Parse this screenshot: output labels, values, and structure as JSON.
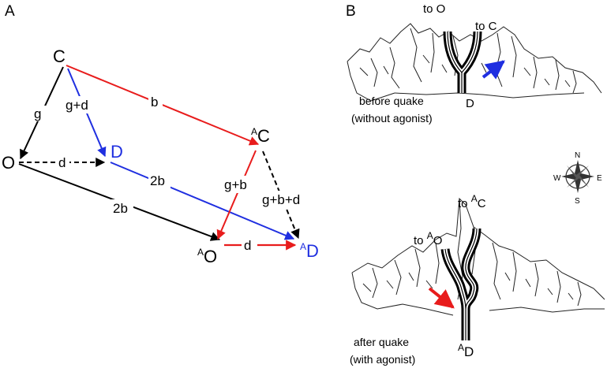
{
  "panel_a": {
    "label": "A",
    "nodes": {
      "c": "C",
      "o": "O",
      "d": "D",
      "ac_sup": "A",
      "ac": "C",
      "ao_sup": "A",
      "ao": "O",
      "ad_sup": "A",
      "ad": "D"
    },
    "edges": {
      "g": "g",
      "g_plus_d": "g+d",
      "b": "b",
      "d_dashed": "d",
      "two_b_blue": "2b",
      "two_b_black": "2b",
      "g_plus_b": "g+b",
      "g_plus_b_plus_d": "g+b+d",
      "d_red": "d"
    },
    "colors": {
      "black": "#000000",
      "red": "#e81c1c",
      "blue": "#1f2fe0"
    }
  },
  "panel_b": {
    "label": "B",
    "top": {
      "to_o": "to O",
      "to_c": "to C",
      "d_label": "D",
      "caption_line1": "before quake",
      "caption_line2": "(without agonist)"
    },
    "bottom": {
      "to_ac_prefix": "to ",
      "to_ac_sup": "A",
      "to_ac_letter": "C",
      "to_ao_prefix": "to ",
      "to_ao_sup": "A",
      "to_ao_letter": "O",
      "ad_sup": "A",
      "ad_letter": "D",
      "caption_line1": "after quake",
      "caption_line2": "(with agonist)"
    },
    "compass": {
      "n": "N",
      "s": "S",
      "e": "E",
      "w": "W"
    }
  }
}
